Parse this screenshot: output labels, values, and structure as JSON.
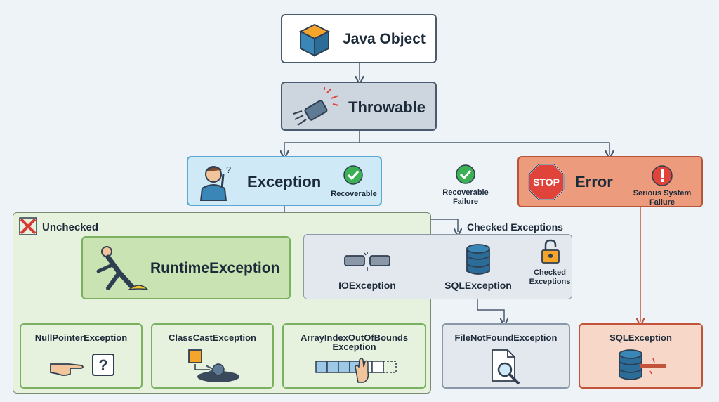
{
  "nodes": {
    "java_object": "Java Object",
    "throwable": "Throwable",
    "exception": "Exception",
    "exception_badge": "Recoverable",
    "error": "Error",
    "error_badge": "Serious System Failure",
    "stop_sign": "STOP",
    "runtime": "RuntimeException",
    "npe": "NullPointerException",
    "cce": "ClassCastException",
    "aioobe": "ArrayIndexOutOfBounds Exception",
    "ioex": "IOException",
    "sqlex": "SQLException",
    "checked_badge": "Checked Exceptions",
    "fnfe": "FileNotFoundException",
    "sql_error": "SQLException"
  },
  "labels": {
    "recoverable_failure": "Recoverable Failure",
    "unchecked": "Unchecked",
    "checked_exceptions": "Checked Exceptions"
  },
  "colors": {
    "java_object": "#ffffff",
    "throwable": "#cdd6df",
    "exception": "#cfe9f6",
    "error": "#ec9b7c",
    "unchecked_area": "#e6f1de",
    "runtime": "#c9e3b2",
    "checked_area": "#e3e8ee",
    "sql_error_bg": "#f7d8c8"
  },
  "icons": [
    "cube-icon",
    "can-icon",
    "confused-person-icon",
    "checkmark-icon",
    "stop-sign-icon",
    "alert-icon",
    "x-mark-icon",
    "slipping-person-icon",
    "pointing-hand-icon",
    "question-icon",
    "shape-cast-icon",
    "array-icon",
    "broken-pipe-icon",
    "database-icon",
    "padlock-icon",
    "file-search-icon",
    "database-error-icon"
  ]
}
